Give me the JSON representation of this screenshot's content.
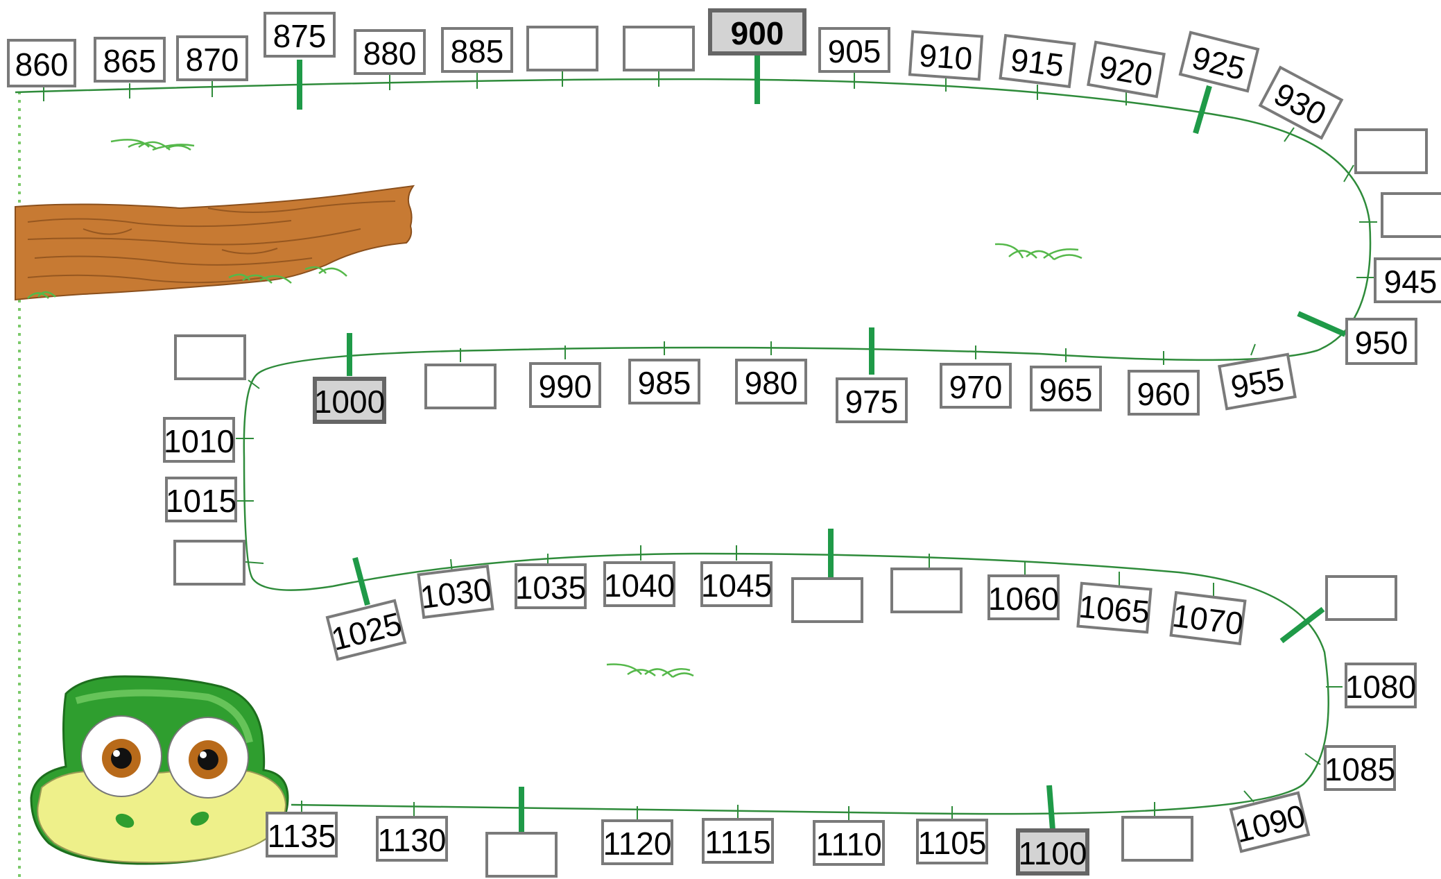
{
  "title": "",
  "numberline": {
    "step": 5,
    "start": 860,
    "end": 1135,
    "highlighted": [
      "900",
      "1000",
      "1100"
    ],
    "labels": [
      {
        "value": "860"
      },
      {
        "value": "865"
      },
      {
        "value": "870"
      },
      {
        "value": "875"
      },
      {
        "value": "880"
      },
      {
        "value": "885"
      },
      {
        "value": ""
      },
      {
        "value": ""
      },
      {
        "value": "900"
      },
      {
        "value": "905"
      },
      {
        "value": "910"
      },
      {
        "value": "915"
      },
      {
        "value": "920"
      },
      {
        "value": "925"
      },
      {
        "value": "930"
      },
      {
        "value": ""
      },
      {
        "value": ""
      },
      {
        "value": "945"
      },
      {
        "value": "950"
      },
      {
        "value": "955"
      },
      {
        "value": "960"
      },
      {
        "value": "965"
      },
      {
        "value": "970"
      },
      {
        "value": "975"
      },
      {
        "value": "980"
      },
      {
        "value": "985"
      },
      {
        "value": "990"
      },
      {
        "value": ""
      },
      {
        "value": "1000"
      },
      {
        "value": ""
      },
      {
        "value": "1010"
      },
      {
        "value": "1015"
      },
      {
        "value": ""
      },
      {
        "value": "1025"
      },
      {
        "value": "1030"
      },
      {
        "value": "1035"
      },
      {
        "value": "1040"
      },
      {
        "value": "1045"
      },
      {
        "value": ""
      },
      {
        "value": ""
      },
      {
        "value": "1060"
      },
      {
        "value": "1065"
      },
      {
        "value": "1070"
      },
      {
        "value": ""
      },
      {
        "value": "1080"
      },
      {
        "value": "1085"
      },
      {
        "value": "1090"
      },
      {
        "value": ""
      },
      {
        "value": "1100"
      },
      {
        "value": "1105"
      },
      {
        "value": "1110"
      },
      {
        "value": "1115"
      },
      {
        "value": "1120"
      },
      {
        "value": ""
      },
      {
        "value": "1130"
      },
      {
        "value": "1135"
      }
    ]
  },
  "colors": {
    "line": "#2e8b3a",
    "major_tick": "#1f9a48",
    "box_border": "#7a7a7a",
    "highlight_fill": "#d3d3d3",
    "snake_green": "#2f9e2f",
    "snake_face": "#eef08a",
    "log": "#c77a33"
  },
  "decorations": {
    "log": "tree-log",
    "snake": "snake-head",
    "grass": "grass-tuft"
  }
}
